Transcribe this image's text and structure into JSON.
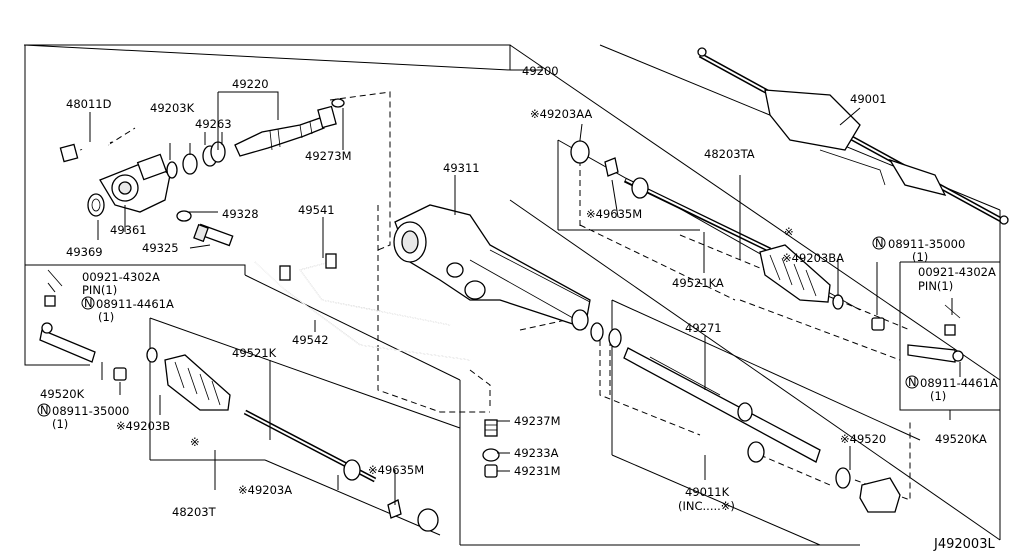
{
  "diagram_id": "J492003L",
  "labels": {
    "p48011D": "48011D",
    "p49220": "49220",
    "p49203K": "49203K",
    "p49263": "49263",
    "p49273M": "49273M",
    "p49361": "49361",
    "p49369": "49369",
    "p49328": "49328",
    "p49325": "49325",
    "p49200": "49200",
    "p49311": "49311",
    "p49541": "49541",
    "p49542": "49542",
    "p49203AA": "※49203AA",
    "p48203TA": "48203TA",
    "p49635M_a": "※49635M",
    "p49521KA": "49521KA",
    "p49203BA": "※49203BA",
    "p08911_35000_r": "08911-35000",
    "p08911_35000_r_qty": "(1)",
    "p49001": "49001",
    "p00921_l": "00921-4302A",
    "p00921_l_pin": "PIN(1)",
    "p08911_4461A_l": "08911-4461A",
    "p08911_4461A_l_qty": "(1)",
    "p49520K": "49520K",
    "p08911_35000_l": "08911-35000",
    "p08911_35000_l_qty": "(1)",
    "p49203B": "※49203B",
    "p49521K": "49521K",
    "p48203T": "48203T",
    "p49203A": "※49203A",
    "p49635M_b": "※49635M",
    "p49237M": "49237M",
    "p49233A": "49233A",
    "p49231M": "49231M",
    "p49271": "49271",
    "p49011K": "49011K",
    "p49011K_inc": "(INC.....※)",
    "p49520": "※49520",
    "p00921_r": "00921-4302A",
    "p00921_r_pin": "PIN(1)",
    "p08911_4461A_r": "08911-4461A",
    "p08911_4461A_r_qty": "(1)",
    "p49520KA": "49520KA",
    "n_symbol": "N",
    "asterisk": "※"
  }
}
